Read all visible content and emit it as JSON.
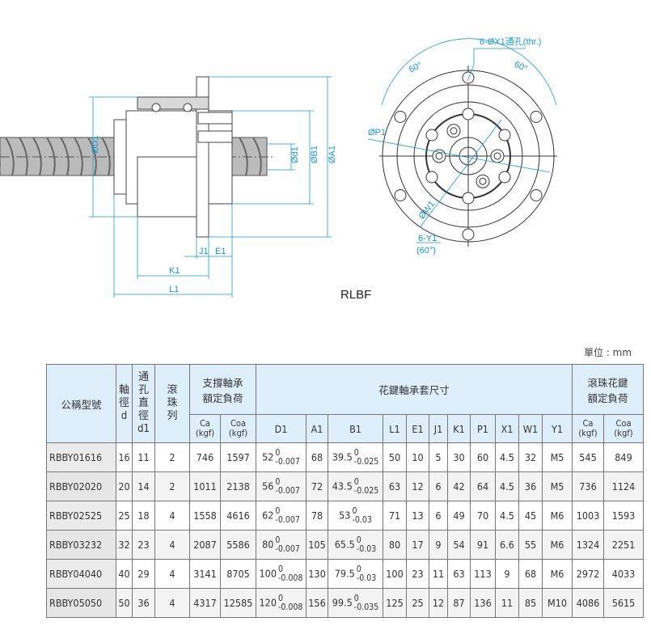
{
  "drawing": {
    "front_labels": {
      "d1": "ØD1",
      "sd1": "Ød1",
      "b1": "ØB1",
      "a1": "ØA1",
      "j1": "J1",
      "e1": "E1",
      "k1": "K1",
      "l1": "L1"
    },
    "side_labels": {
      "x1": "6-ØX1通孔(thr.)",
      "ang1": "60°",
      "ang2": "60°",
      "p1": "ØP1",
      "w1": "ØW1",
      "y1": "6-Y1",
      "y1b": "(60°)"
    },
    "caption": "RLBF"
  },
  "unit": "單位 : mm",
  "table": {
    "h": {
      "model": "公稱型號",
      "d": [
        "軸",
        "徑",
        "d"
      ],
      "d1": [
        "通",
        "孔",
        "直",
        "徑",
        "d1"
      ],
      "rows": [
        "滾",
        "珠",
        "列"
      ],
      "support": [
        "支撐軸承",
        "額定負荷"
      ],
      "sleeve": "花鍵軸承套尺寸",
      "spline": [
        "滾珠花鍵",
        "額定負荷"
      ],
      "ca": [
        "Ca",
        "(kgf)"
      ],
      "coa": [
        "Coa",
        "(kgf)"
      ],
      "dims": [
        "D1",
        "A1",
        "B1",
        "L1",
        "E1",
        "J1",
        "K1",
        "P1",
        "X1",
        "W1",
        "Y1"
      ]
    },
    "rows": [
      {
        "model": "RBBY01616",
        "d": "16",
        "d1": "11",
        "n": "2",
        "ca": "746",
        "coa": "1597",
        "D1": "52",
        "D1u": "0",
        "D1l": "-0.007",
        "A1": "68",
        "B1": "39.5",
        "B1u": "0",
        "B1l": "-0.025",
        "L1": "50",
        "E1": "10",
        "J1": "5",
        "K1": "30",
        "P1": "60",
        "X1": "4.5",
        "W1": "32",
        "Y1": "M5",
        "sca": "545",
        "scoa": "849"
      },
      {
        "model": "RBBY02020",
        "d": "20",
        "d1": "14",
        "n": "2",
        "ca": "1011",
        "coa": "2138",
        "D1": "56",
        "D1u": "0",
        "D1l": "-0.007",
        "A1": "72",
        "B1": "43.5",
        "B1u": "0",
        "B1l": "-0.025",
        "L1": "63",
        "E1": "12",
        "J1": "6",
        "K1": "42",
        "P1": "64",
        "X1": "4.5",
        "W1": "36",
        "Y1": "M5",
        "sca": "736",
        "scoa": "1124"
      },
      {
        "model": "RBBY02525",
        "d": "25",
        "d1": "18",
        "n": "4",
        "ca": "1558",
        "coa": "4616",
        "D1": "62",
        "D1u": "0",
        "D1l": "-0.007",
        "A1": "78",
        "B1": "53",
        "B1u": "0",
        "B1l": "-0.03",
        "L1": "71",
        "E1": "13",
        "J1": "6",
        "K1": "49",
        "P1": "70",
        "X1": "4.5",
        "W1": "45",
        "Y1": "M6",
        "sca": "1003",
        "scoa": "1593"
      },
      {
        "model": "RBBY03232",
        "d": "32",
        "d1": "23",
        "n": "4",
        "ca": "2087",
        "coa": "5586",
        "D1": "80",
        "D1u": "0",
        "D1l": "-0.007",
        "A1": "105",
        "B1": "65.5",
        "B1u": "0",
        "B1l": "-0.03",
        "L1": "80",
        "E1": "17",
        "J1": "9",
        "K1": "54",
        "P1": "91",
        "X1": "6.6",
        "W1": "55",
        "Y1": "M6",
        "sca": "1324",
        "scoa": "2251"
      },
      {
        "model": "RBBY04040",
        "d": "40",
        "d1": "29",
        "n": "4",
        "ca": "3141",
        "coa": "8705",
        "D1": "100",
        "D1u": "0",
        "D1l": "-0.008",
        "A1": "130",
        "B1": "79.5",
        "B1u": "0",
        "B1l": "-0.03",
        "L1": "100",
        "E1": "23",
        "J1": "11",
        "K1": "63",
        "P1": "113",
        "X1": "9",
        "W1": "68",
        "Y1": "M6",
        "sca": "2972",
        "scoa": "4033"
      },
      {
        "model": "RBBY05050",
        "d": "50",
        "d1": "36",
        "n": "4",
        "ca": "4317",
        "coa": "12585",
        "D1": "120",
        "D1u": "0",
        "D1l": "-0.008",
        "A1": "156",
        "B1": "99.5",
        "B1u": "0",
        "B1l": "-0.035",
        "L1": "125",
        "E1": "25",
        "J1": "12",
        "K1": "87",
        "P1": "136",
        "X1": "11",
        "W1": "85",
        "Y1": "M10",
        "sca": "4086",
        "scoa": "5615"
      }
    ]
  }
}
